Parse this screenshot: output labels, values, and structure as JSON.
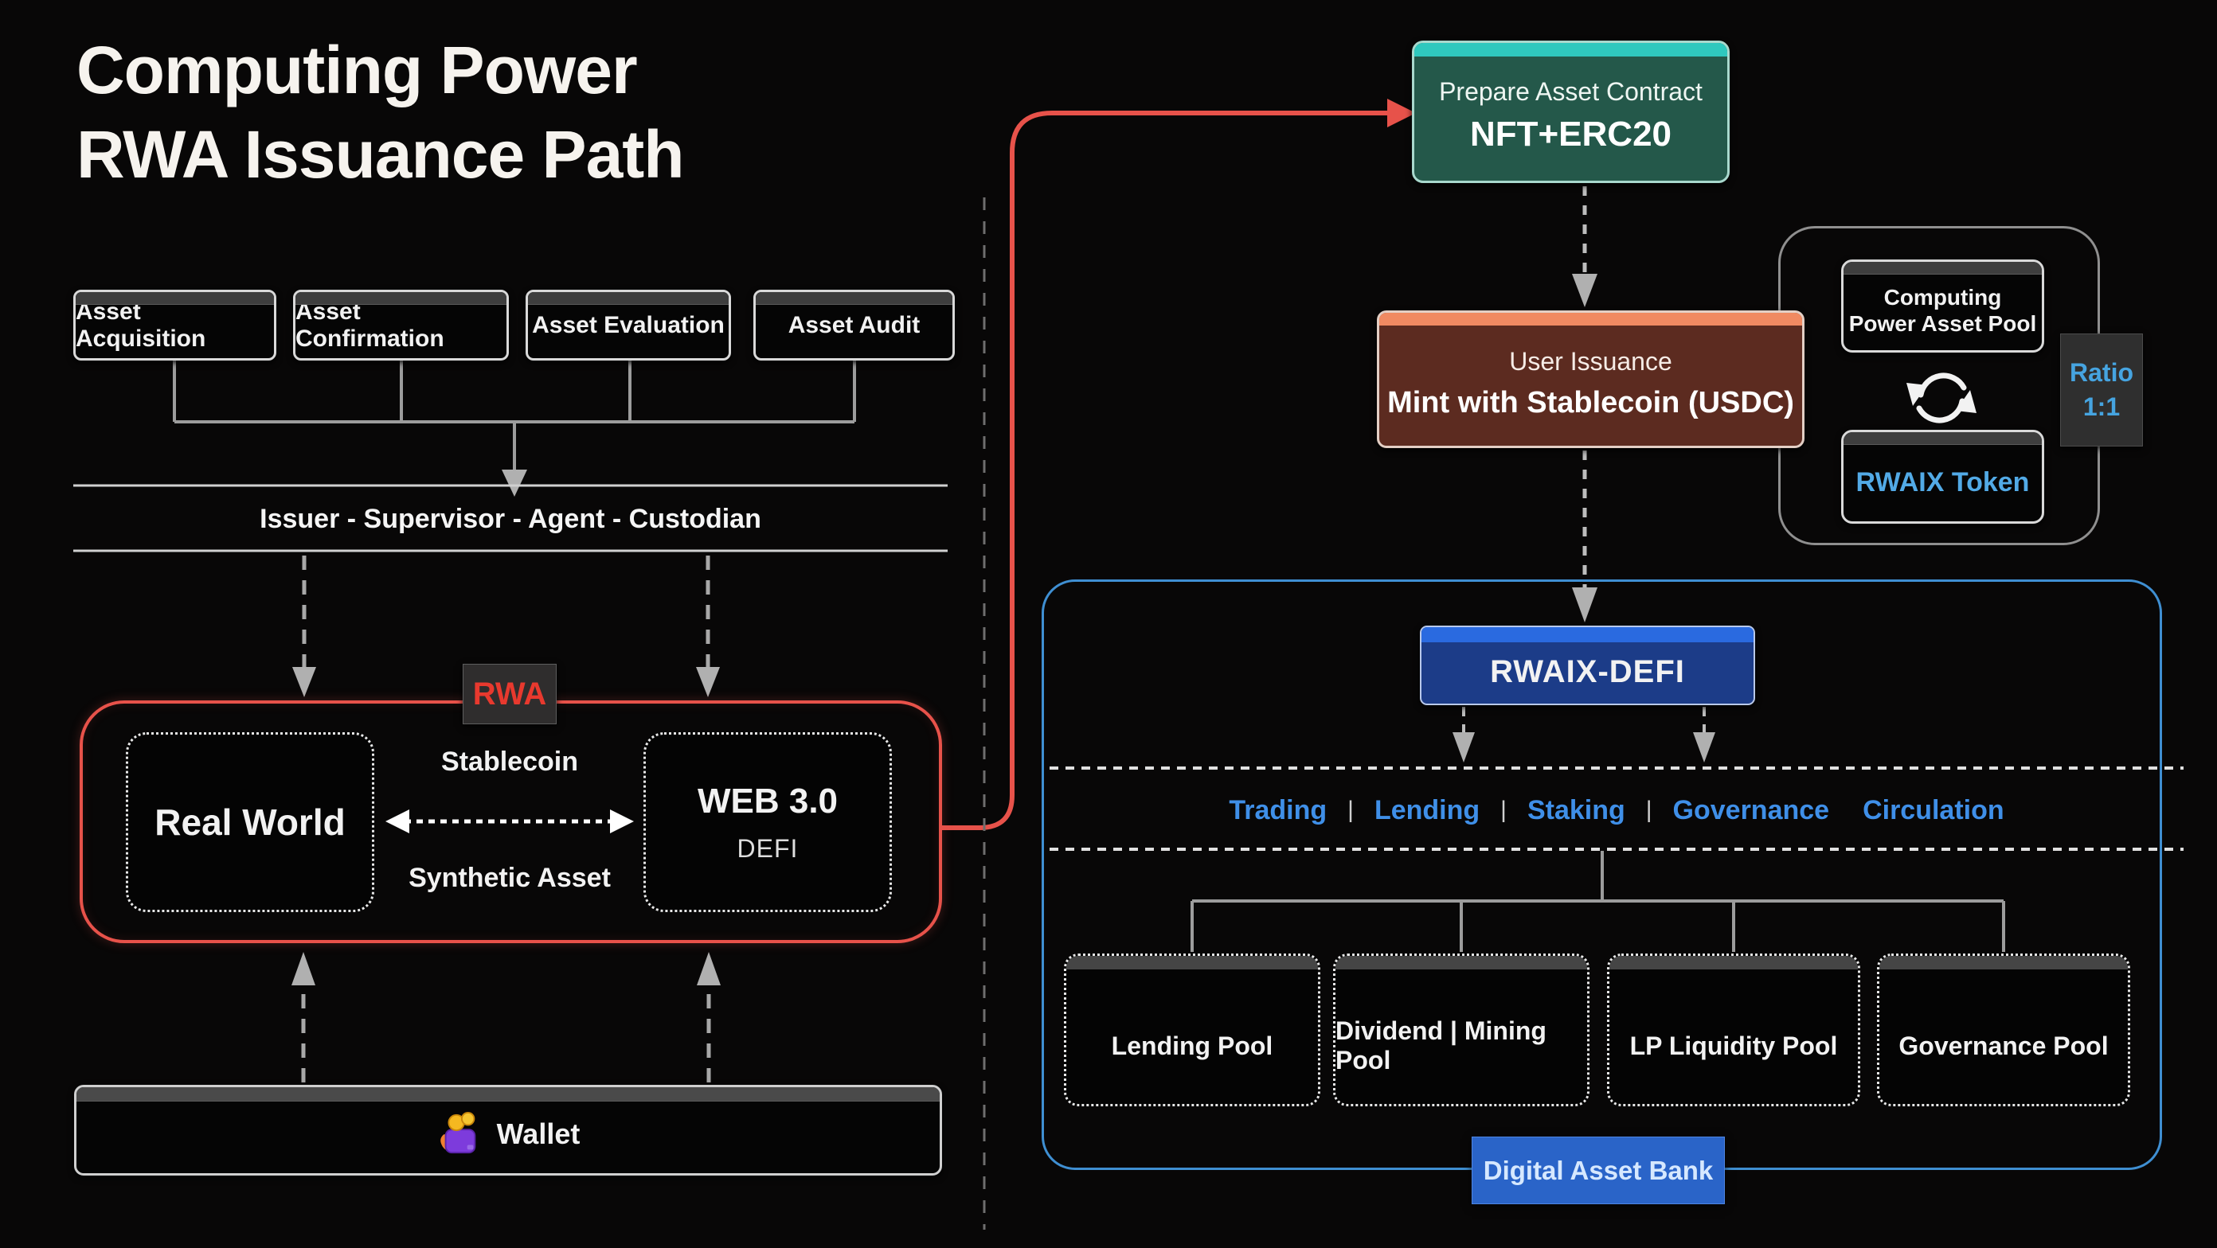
{
  "title": {
    "line1": "Computing Power",
    "line2": "RWA Issuance Path"
  },
  "left": {
    "top_boxes": [
      {
        "label": "Asset Acquisition"
      },
      {
        "label": "Asset Confirmation"
      },
      {
        "label": "Asset Evaluation"
      },
      {
        "label": "Asset Audit"
      }
    ],
    "issuer_bar": "Issuer - Supervisor - Agent - Custodian",
    "rwa_label": "RWA",
    "real_world": "Real World",
    "bridge": {
      "top": "Stablecoin",
      "bottom": "Synthetic Asset"
    },
    "web3": {
      "title": "WEB 3.0",
      "subtitle": "DEFI"
    },
    "wallet": {
      "label": "Wallet",
      "icon": "wallet-icon"
    }
  },
  "right": {
    "prepare": {
      "line1": "Prepare Asset Contract",
      "line2": "NFT+ERC20"
    },
    "user_issuance": {
      "line1": "User Issuance",
      "line2": "Mint with Stablecoin (USDC)"
    },
    "pool_group": {
      "asset_pool_line1": "Computing",
      "asset_pool_line2": "Power Asset Pool",
      "token": "RWAIX Token",
      "ratio_line1": "Ratio",
      "ratio_line2": "1:1",
      "sync_icon": "sync-arrows-icon"
    },
    "defi": {
      "label": "RWAIX-DEFI"
    },
    "feature_separator": "|",
    "features": [
      {
        "label": "Trading"
      },
      {
        "label": "Lending"
      },
      {
        "label": "Staking"
      },
      {
        "label": "Governance"
      },
      {
        "label": "Circulation"
      }
    ],
    "pools": [
      {
        "label": "Lending Pool"
      },
      {
        "label": "Dividend | Mining Pool"
      },
      {
        "label": "LP Liquidity Pool"
      },
      {
        "label": "Governance Pool"
      }
    ],
    "bank": {
      "label": "Digital Asset Bank"
    }
  },
  "colors": {
    "background": "#080707",
    "rwa_red": "#e7524a",
    "rwa_text_red": "#e8392e",
    "teal_strip": "#2fc8be",
    "green_body": "#24584a",
    "salmon_strip": "#f08a62",
    "rust_body": "#5c2b20",
    "blue_strip": "#2a6ae0",
    "blue_body": "#1c3c88",
    "container_blue": "#3f8fd2",
    "feature_blue": "#3f8fe8",
    "token_blue": "#52aae6",
    "bank_blue": "#2a64c8",
    "line_gray": "#9c9c9c"
  }
}
